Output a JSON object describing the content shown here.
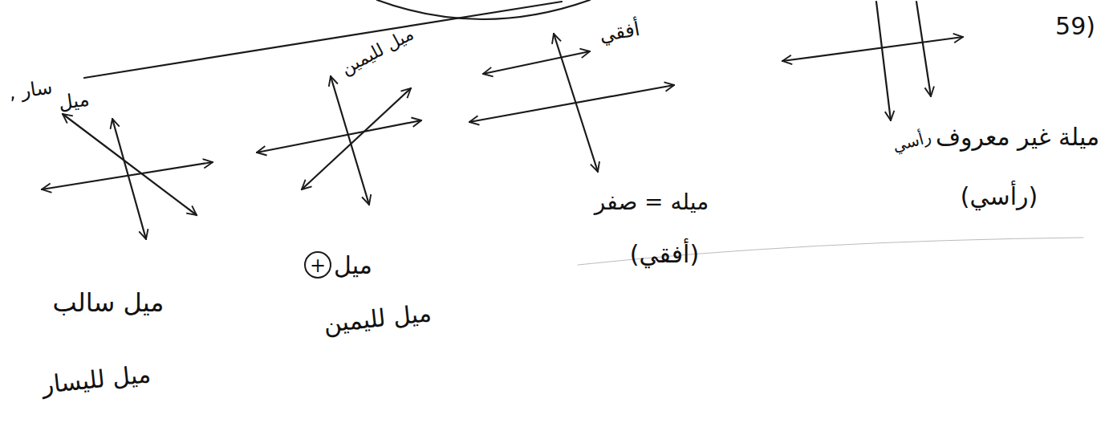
{
  "diagram": {
    "labels": [
      "(59",
      "سار ,",
      "ميل",
      "ميل لليمين",
      "أفقي",
      "رأسي",
      "ميلة غير معروف",
      "ميل سالب",
      "ميل",
      "+",
      "ميله = صفر",
      "(أفقي)",
      "(رأسي)",
      "ميل لليمين",
      "ميل لليسار"
    ]
  }
}
